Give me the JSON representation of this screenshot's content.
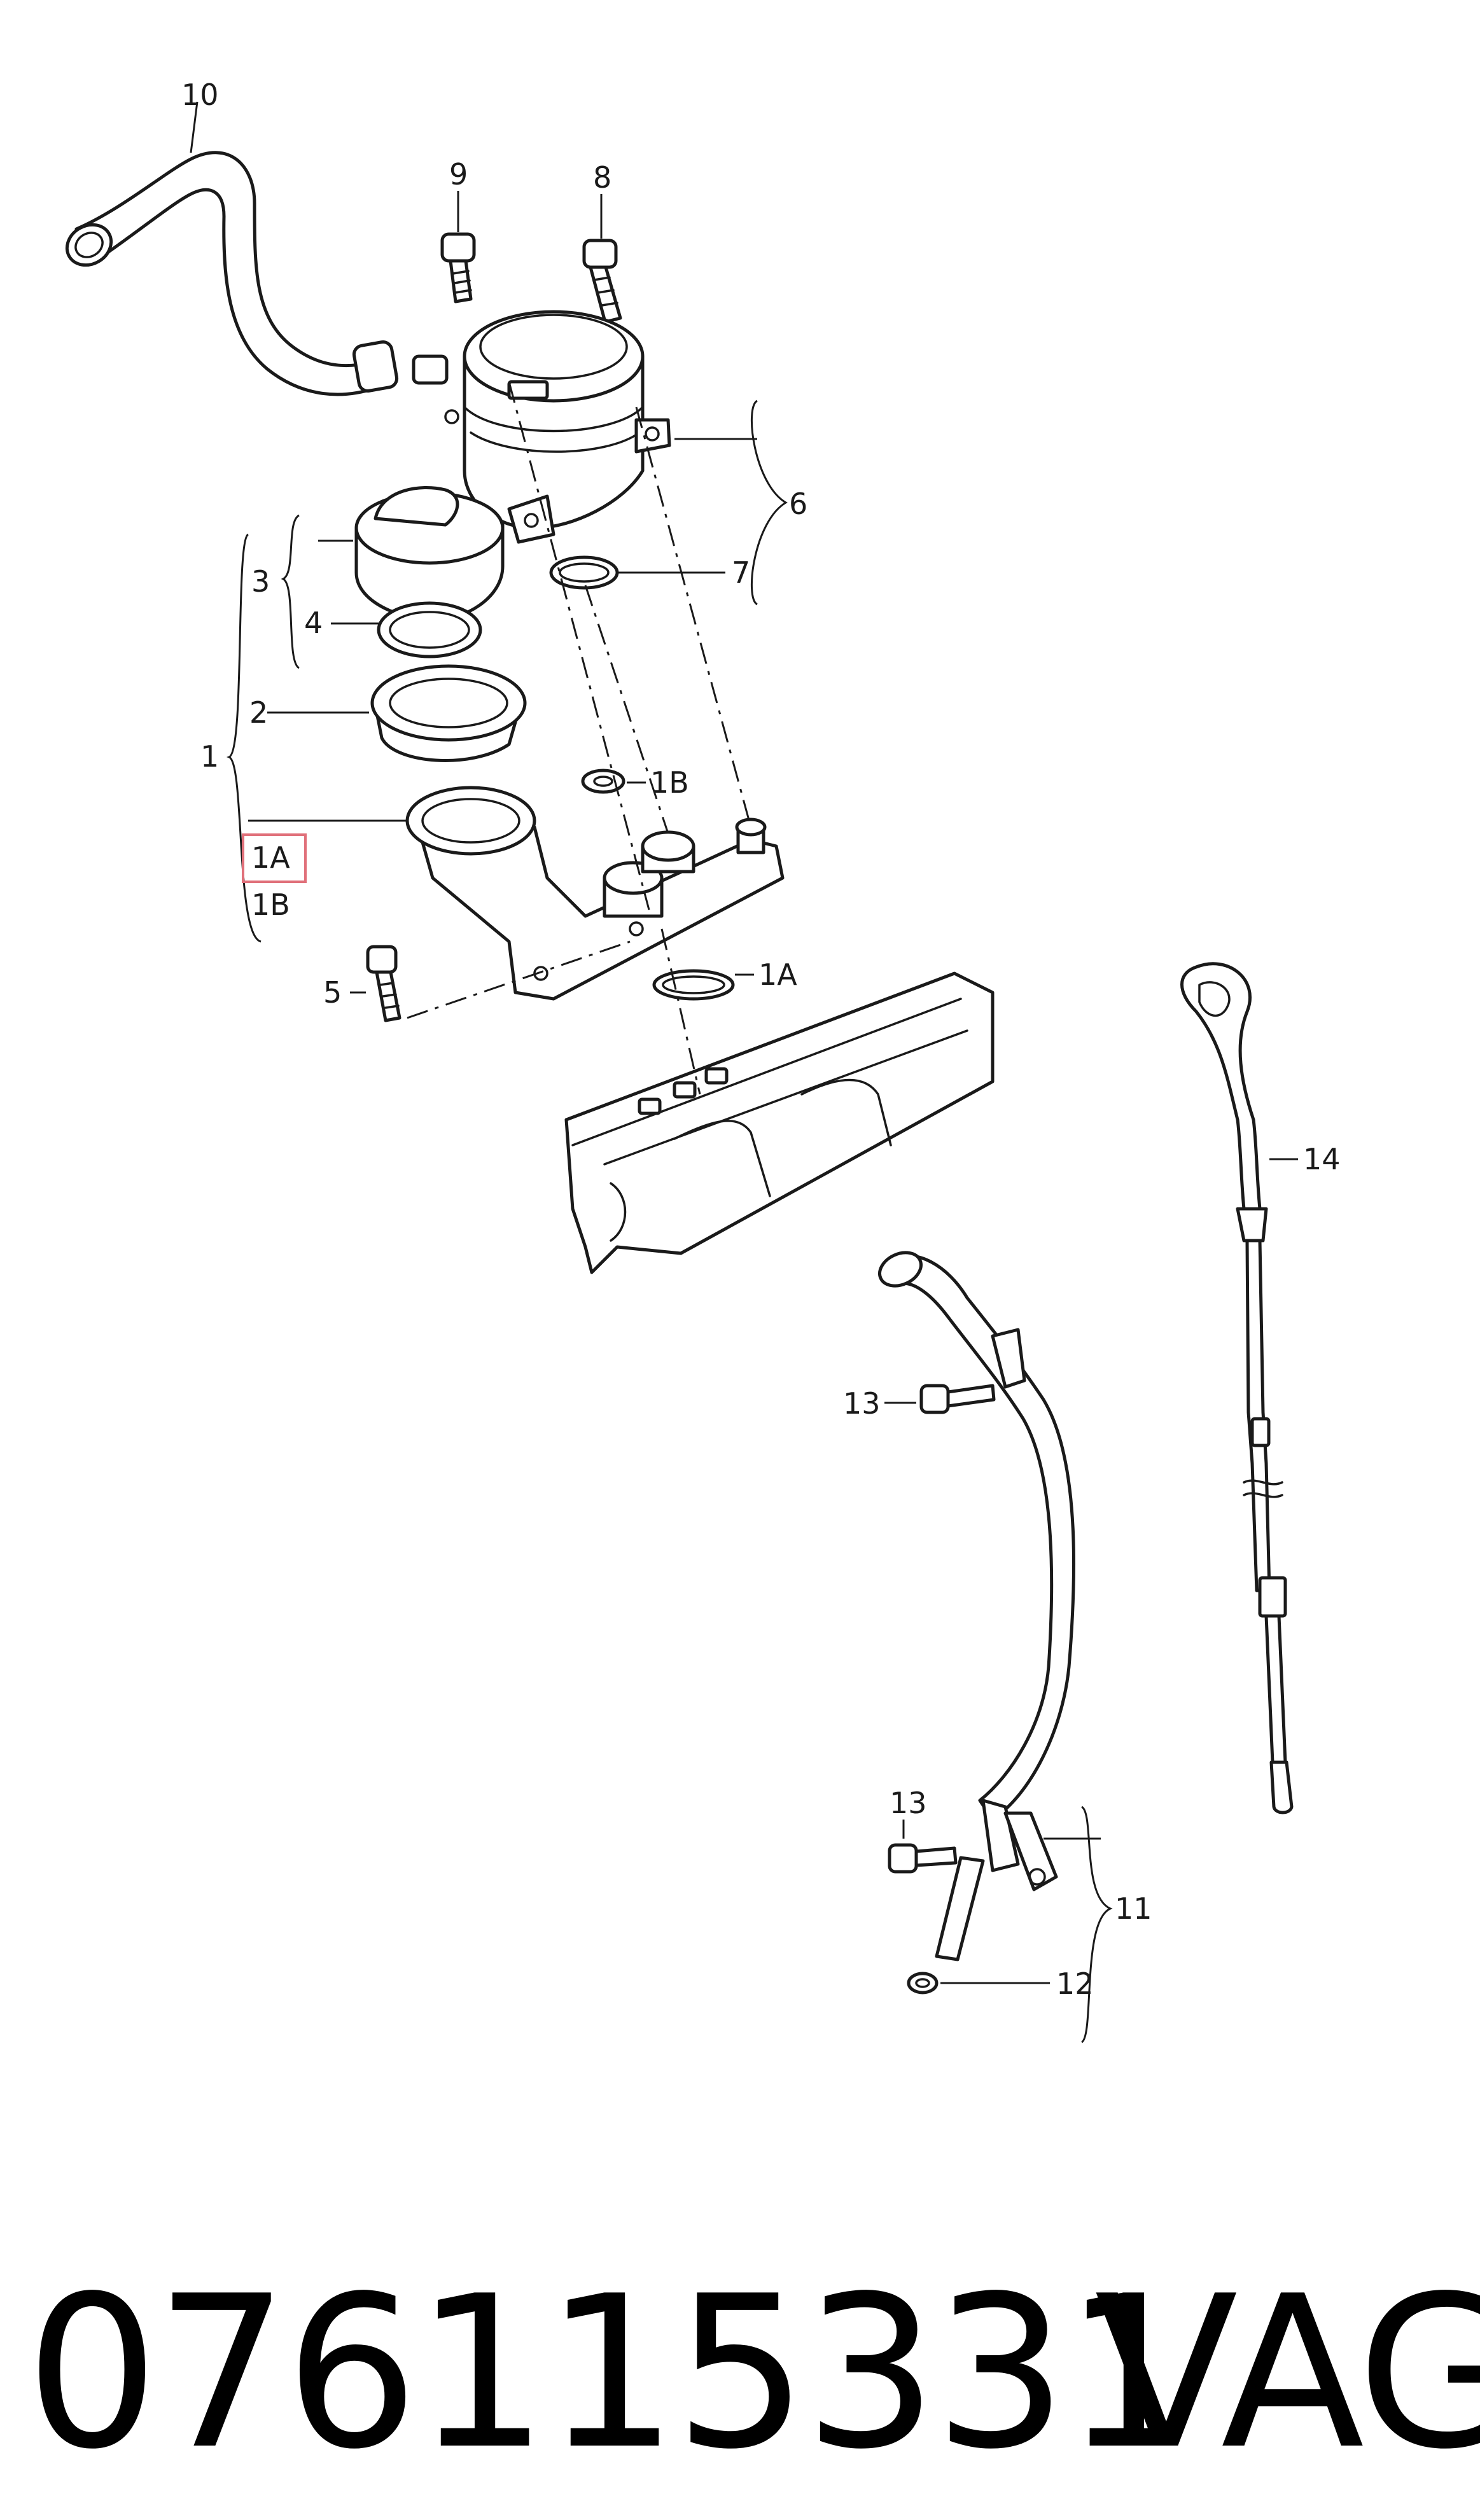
{
  "callouts": {
    "c1": "1",
    "c1a_box": "1A",
    "c1b_left": "1B",
    "c1b_upper": "1B",
    "c1a_lower": "1A",
    "c2": "2",
    "c3": "3",
    "c4": "4",
    "c5": "5",
    "c6": "6",
    "c7": "7",
    "c8": "8",
    "c9": "9",
    "c10": "10",
    "c11": "11",
    "c12": "12",
    "c13_upper": "13",
    "c13_lower": "13",
    "c14": "14"
  },
  "highlight_color": "#e0707a",
  "footer": {
    "part_number": "076115331",
    "brand": "VAG"
  }
}
